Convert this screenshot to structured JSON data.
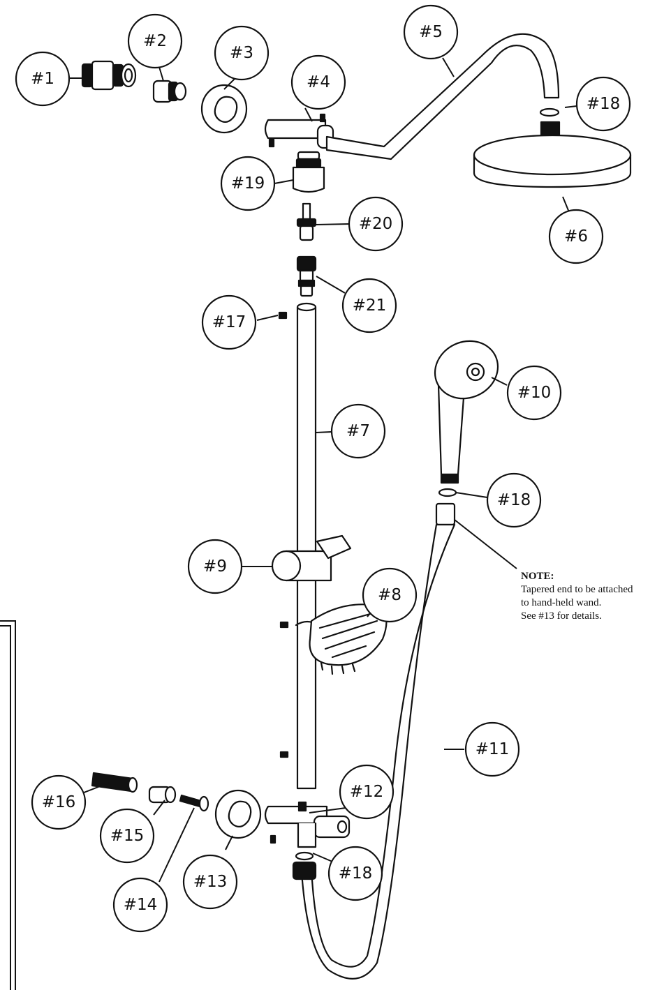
{
  "callouts": {
    "c1": "#1",
    "c2": "#2",
    "c3": "#3",
    "c4": "#4",
    "c5": "#5",
    "c6": "#6",
    "c7": "#7",
    "c8": "#8",
    "c9": "#9",
    "c10": "#10",
    "c11": "#11",
    "c12": "#12",
    "c13": "#13",
    "c14": "#14",
    "c15": "#15",
    "c16": "#16",
    "c17": "#17",
    "c18a": "#18",
    "c18b": "#18",
    "c18c": "#18",
    "c19": "#19",
    "c20": "#20",
    "c21": "#21"
  },
  "note": {
    "heading": "NOTE:",
    "line1": "Tapered end to be attached",
    "line2": "to hand-held wand.",
    "line3": "See #13 for details."
  }
}
